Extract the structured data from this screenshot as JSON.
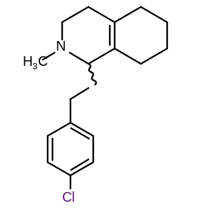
{
  "molecule": {
    "labels": {
      "nitrogen": "N",
      "methyl_h": "H",
      "methyl_sub": "3",
      "methyl_c": "C",
      "chlorine_c": "C",
      "chlorine_l": "l"
    },
    "colors": {
      "bond": "#000000",
      "text": "#000000",
      "chlorine": "#5a1a6e",
      "background": "#ffffff"
    }
  }
}
